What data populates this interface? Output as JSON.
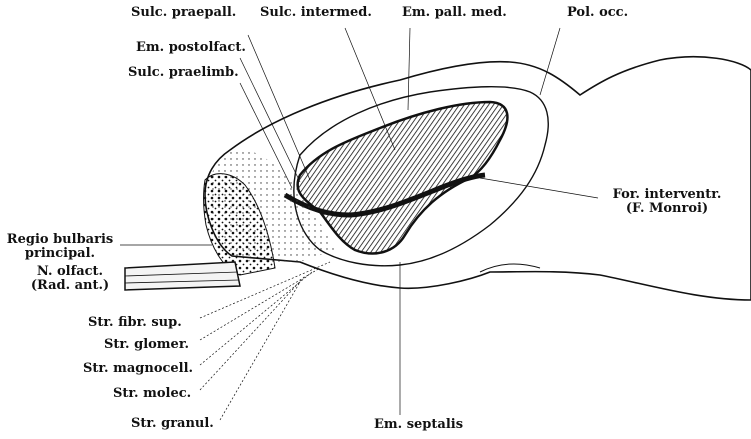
{
  "labels": {
    "sulc_praepall": "Sulc. praepall.",
    "sulc_intermed": "Sulc. intermed.",
    "em_pall_med": "Em. pall. med.",
    "pol_occ": "Pol. occ.",
    "em_postolfact": "Em. postolfact.",
    "sulc_praelimb": "Sulc. praelimb.",
    "for_interventr_1": "For. interventr.",
    "for_interventr_2": "(F. Monroi)",
    "regio_bulbaris_1": "Regio bulbaris",
    "regio_bulbaris_2": "principal.",
    "n_olfact_1": "N. olfact.",
    "n_olfact_2": "(Rad. ant.)",
    "str_fibr_sup": "Str. fibr. sup.",
    "str_glomer": "Str. glomer.",
    "str_magnocell": "Str. magnocell.",
    "str_molec": "Str. molec.",
    "str_granul": "Str. granul.",
    "em_septalis": "Em. septalis"
  },
  "colors": {
    "ink": "#111111",
    "paper": "#ffffff"
  }
}
